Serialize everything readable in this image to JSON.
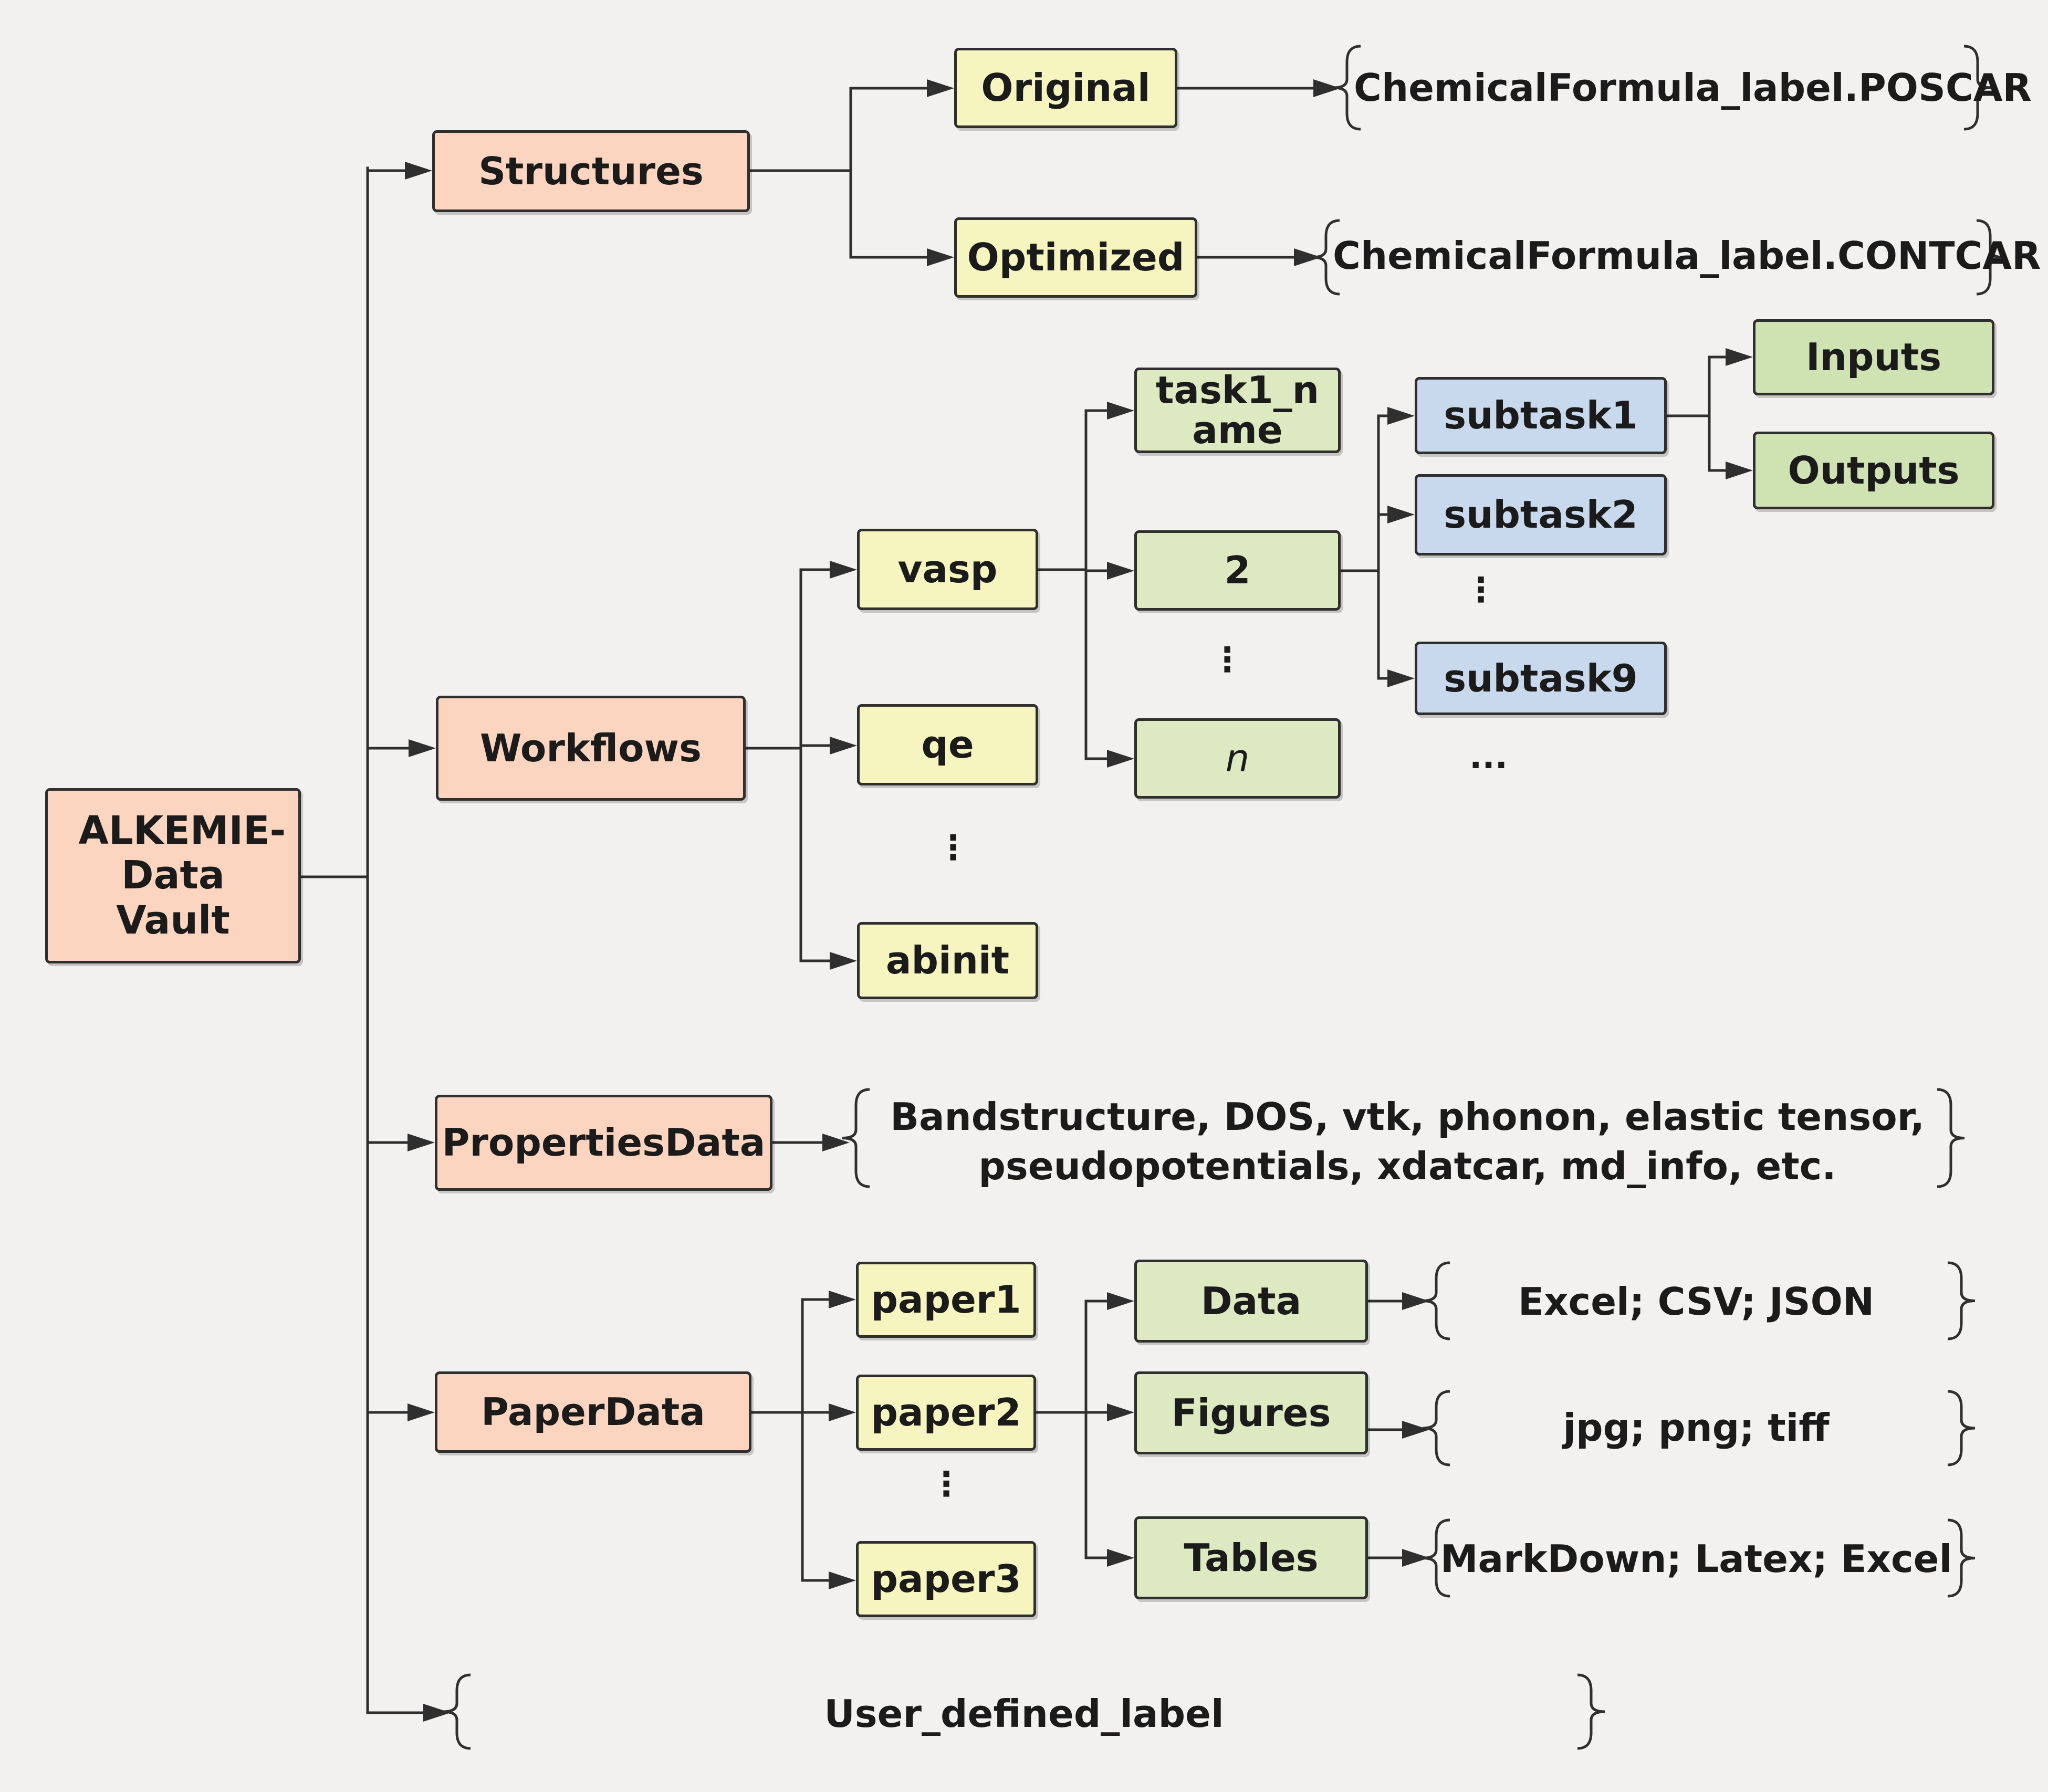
{
  "root": "ALKEMIE-Data Vault",
  "structures": {
    "label": "Structures",
    "original": "Original",
    "optimized": "Optimized",
    "original_file": "ChemicalFormula_label.POSCAR",
    "optimized_file": "ChemicalFormula_label.CONTCAR"
  },
  "workflows": {
    "label": "Workflows",
    "codes": [
      "vasp",
      "qe",
      "abinit"
    ],
    "tasks": [
      "task1_name",
      "2",
      "n"
    ],
    "subtasks": [
      "subtask1",
      "subtask2",
      "subtask9"
    ],
    "io": [
      "Inputs",
      "Outputs"
    ]
  },
  "properties": {
    "label": "PropertiesData",
    "items_line1": "Bandstructure, DOS, vtk, phonon, elastic tensor,",
    "items_line2": "pseudopotentials, xdatcar, md_info, etc."
  },
  "paper": {
    "label": "PaperData",
    "papers": [
      "paper1",
      "paper2",
      "paper3"
    ],
    "kinds": [
      "Data",
      "Figures",
      "Tables"
    ],
    "formats": [
      "Excel; CSV; JSON",
      "jpg; png; tiff",
      "MarkDown; Latex; Excel"
    ]
  },
  "user_label": "User_defined_label",
  "ellipsis_vertical": "⋮",
  "ellipsis_horizontal": "..."
}
